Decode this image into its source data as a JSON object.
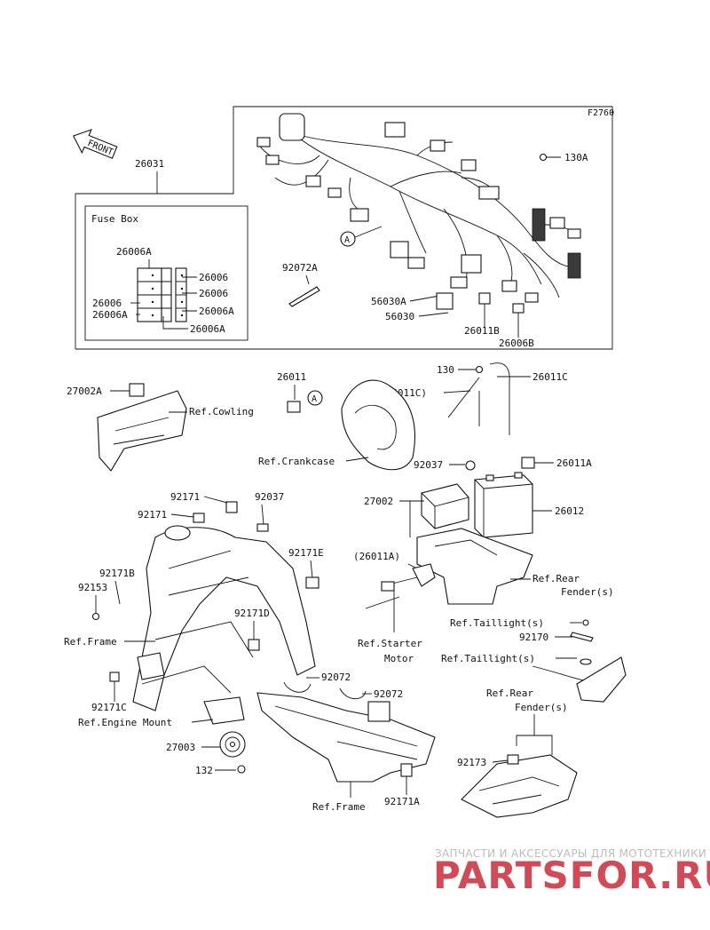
{
  "figure_code": "F2760",
  "front_label": "FRONT",
  "fuse_box_title": "Fuse Box",
  "parts": {
    "p26031": "26031",
    "p130A": "130A",
    "p26006A_top": "26006A",
    "p26006_r1": "26006",
    "p26006_r2": "26006",
    "p26006A_r3": "26006A",
    "p26006_l": "26006",
    "p26006A_l": "26006A",
    "p26006A_bottom": "26006A",
    "p92072A": "92072A",
    "p56030A": "56030A",
    "p56030": "56030",
    "p26011B": "26011B",
    "p26006B": "26006B",
    "p130": "130",
    "p26011C": "26011C",
    "p26011C_ref": "(26011C)",
    "p26011": "26011",
    "p27002A": "27002A",
    "p92037_a": "92037",
    "p26011A": "26011A",
    "p27002": "27002",
    "p26012": "26012",
    "p92171_a": "92171",
    "p92037_b": "92037",
    "p92171_b": "92171",
    "p92171E": "92171E",
    "p26011A_ref": "(26011A)",
    "p92171B": "92171B",
    "p92153": "92153",
    "p92171D": "92171D",
    "p92170": "92170",
    "p92072_a": "92072",
    "p92072_b": "92072",
    "p92171C": "92171C",
    "p27003": "27003",
    "p132": "132",
    "p92173": "92173",
    "p92171A": "92171A"
  },
  "refs": {
    "cowling": "Ref.Cowling",
    "crankcase": "Ref.Crankcase",
    "rear_fender_1_a": "Ref.Rear",
    "rear_fender_1_b": "Fender(s)",
    "starter_motor_a": "Ref.Starter",
    "starter_motor_b": "Motor",
    "taillight_1": "Ref.Taillight(s)",
    "taillight_2": "Ref.Taillight(s)",
    "frame_1": "Ref.Frame",
    "engine_mount": "Ref.Engine Mount",
    "rear_fender_2_a": "Ref.Rear",
    "rear_fender_2_b": "Fender(s)",
    "frame_2": "Ref.Frame"
  },
  "callout_letter": "A",
  "watermark": {
    "top": "ЗАПЧАСТИ И АКСЕССУАРЫ ДЛЯ МОТОТЕХНИКИ",
    "brand": "PARTSFOR.RU"
  },
  "colors": {
    "line": "#111111",
    "watermark_brand": "#d24a55",
    "watermark_text": "#bdbdbd"
  }
}
